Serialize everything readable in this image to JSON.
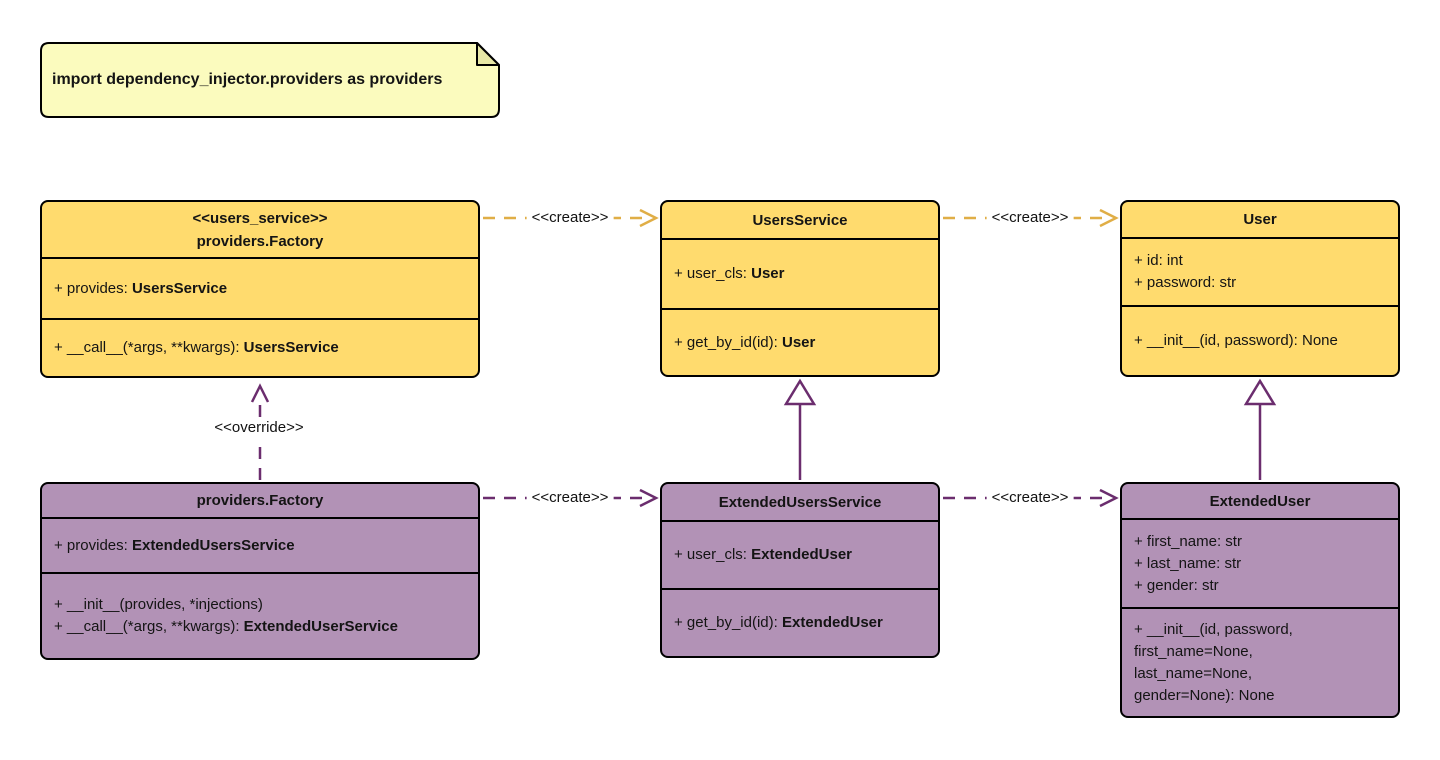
{
  "note": {
    "text": "import dependency_injector.providers as providers"
  },
  "classes": [
    {
      "id": "factory-users",
      "stereotype": "<<users_service>>",
      "name": "providers.Factory",
      "attributes": [
        {
          "text": "+ provides: ",
          "type": "UsersService"
        }
      ],
      "methods": [
        {
          "text": "+ __call__(*args, **kwargs): ",
          "type": "UsersService"
        }
      ]
    },
    {
      "id": "users-service",
      "stereotype": "",
      "name": "UsersService",
      "attributes": [
        {
          "text": "+ user_cls: ",
          "type": "User"
        }
      ],
      "methods": [
        {
          "text": "+ get_by_id(id): ",
          "type": "User"
        }
      ]
    },
    {
      "id": "user",
      "stereotype": "",
      "name": "User",
      "attributes": [
        {
          "text": "+ id: int",
          "type": ""
        },
        {
          "text": "+ password: str",
          "type": ""
        }
      ],
      "methods": [
        {
          "text": "+ __init__(id, password): None",
          "type": ""
        }
      ]
    },
    {
      "id": "factory-extended",
      "stereotype": "",
      "name": "providers.Factory",
      "attributes": [
        {
          "text": "+ provides: ",
          "type": "ExtendedUsersService"
        }
      ],
      "methods": [
        {
          "text": "+ __init__(provides, *injections)",
          "type": ""
        },
        {
          "text": "+ __call__(*args, **kwargs): ",
          "type": "ExtendedUserService"
        }
      ]
    },
    {
      "id": "extended-users-service",
      "stereotype": "",
      "name": "ExtendedUsersService",
      "attributes": [
        {
          "text": "+ user_cls: ",
          "type": "ExtendedUser"
        }
      ],
      "methods": [
        {
          "text": "+ get_by_id(id): ",
          "type": "ExtendedUser"
        }
      ]
    },
    {
      "id": "extended-user",
      "stereotype": "",
      "name": "ExtendedUser",
      "attributes": [
        {
          "text": "+ first_name: str",
          "type": ""
        },
        {
          "text": "+ last_name: str",
          "type": ""
        },
        {
          "text": "+ gender: str",
          "type": ""
        }
      ],
      "methods": [
        {
          "text": "+ __init__(id, password,",
          "type": ""
        },
        {
          "text": "first_name=None,",
          "type": ""
        },
        {
          "text": "last_name=None,",
          "type": ""
        },
        {
          "text": "gender=None): None",
          "type": ""
        }
      ]
    }
  ],
  "arrows": [
    {
      "kind": "create",
      "label": "<<create>>"
    },
    {
      "kind": "create",
      "label": "<<create>>"
    },
    {
      "kind": "create",
      "label": "<<create>>"
    },
    {
      "kind": "create",
      "label": "<<create>>"
    },
    {
      "kind": "override",
      "label": "<<override>>"
    },
    {
      "kind": "inheritance",
      "label": ""
    },
    {
      "kind": "inheritance",
      "label": ""
    }
  ],
  "colors": {
    "yellow_fill": "#FFDB6E",
    "purple_fill": "#B292B6",
    "note_fill": "#FBFBBE",
    "note_fold": "#E8E8A6",
    "gold_arrow": "#E0AE46",
    "purple_arrow": "#6B2D6E",
    "border": "#000000"
  }
}
